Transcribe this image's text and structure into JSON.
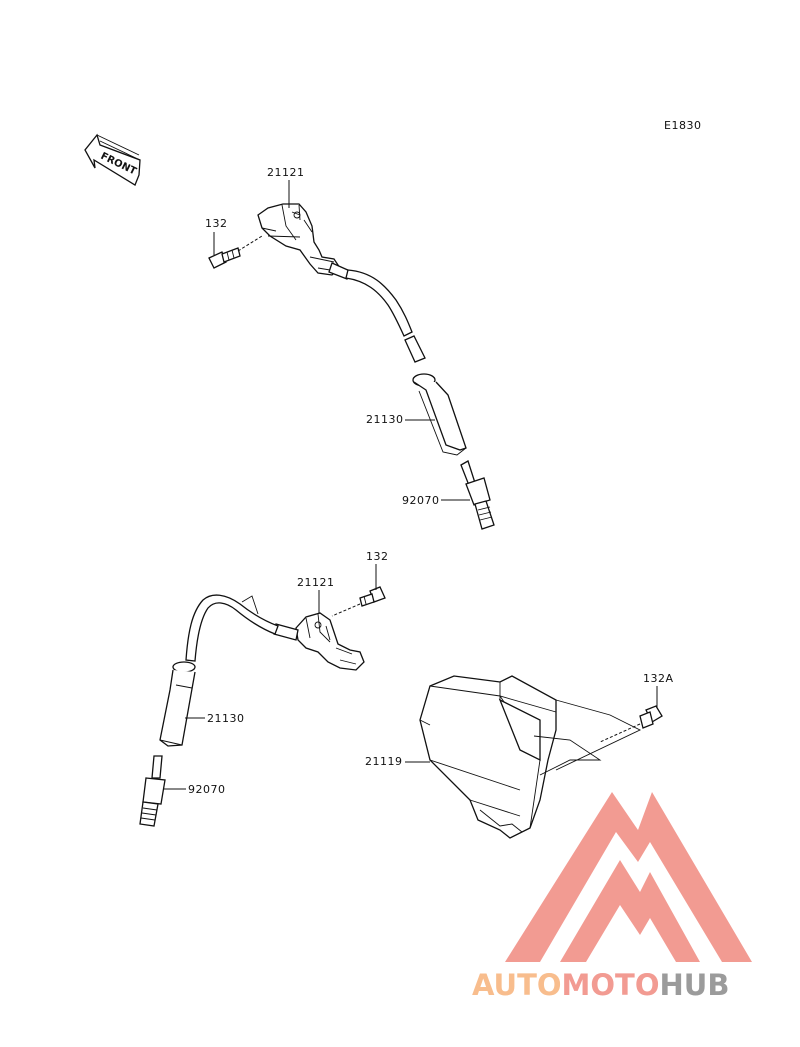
{
  "diagram": {
    "code": "E1830",
    "front_label": "FRONT",
    "callouts": [
      {
        "id": "c1",
        "text": "21121"
      },
      {
        "id": "c2",
        "text": "132"
      },
      {
        "id": "c3",
        "text": "21130"
      },
      {
        "id": "c4",
        "text": "92070"
      },
      {
        "id": "c5",
        "text": "132"
      },
      {
        "id": "c6",
        "text": "21121"
      },
      {
        "id": "c7",
        "text": "21130"
      },
      {
        "id": "c8",
        "text": "92070"
      },
      {
        "id": "c9",
        "text": "132A"
      },
      {
        "id": "c10",
        "text": "21119"
      }
    ]
  },
  "watermark": {
    "part1": "AUTO",
    "part2": "MOTO",
    "part3": "HUB",
    "colors": {
      "triangle": "#f08a80",
      "auto": "#f7b27a",
      "moto": "#f08a80",
      "hub": "#8a8a8a"
    }
  }
}
